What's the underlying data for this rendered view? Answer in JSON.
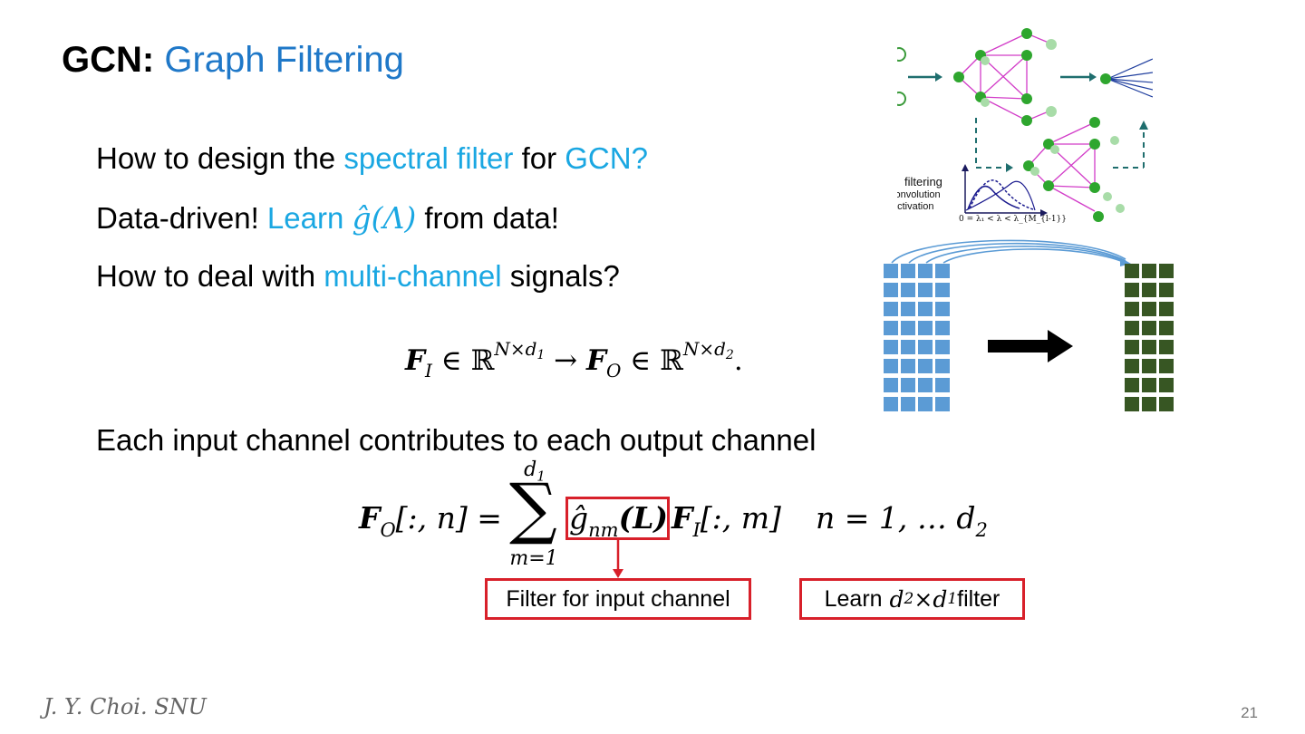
{
  "title": {
    "bold": "GCN:",
    "rest": "Graph Filtering"
  },
  "line1": {
    "pre": "How to design the ",
    "blue1": "spectral filter",
    "mid": " for ",
    "blue2": "GCN?"
  },
  "line2": {
    "pre": "Data-driven! ",
    "blue": "Learn ",
    "math": "ĝ(Λ)",
    "post": " from data!"
  },
  "line3": {
    "pre": "How to deal with ",
    "blue": "multi-channel",
    "post": " signals?"
  },
  "eq1": {
    "F": "F",
    "sub_I": "I",
    "in": " ∈ ℝ",
    "sup1": "N×d",
    "sup1_sub": "1",
    "arrow": " → ",
    "F2": "F",
    "sub_O": "O",
    "in2": " ∈ ℝ",
    "sup2": "N×d",
    "sup2_sub": "2",
    "end": "."
  },
  "line4": "Each input channel contributes to each output channel",
  "eq2": {
    "lhs_F": "F",
    "lhs_sub": "O",
    "lhs_idx": "[:, n] =",
    "sum": "∑",
    "sum_top": "d",
    "sum_top_sub": "1",
    "sum_bot": "m=1",
    "g": "ĝ",
    "g_sub": "nm",
    "g_arg": "(L)",
    "F": "F",
    "F_sub": "I",
    "F_idx": "[:, m]",
    "range": "n = 1, … d",
    "range_sub": "2"
  },
  "callouts": {
    "left": "Filter for input channel",
    "right_pre": "Learn ",
    "right_d2": "d",
    "right_d2_sub": "2",
    "right_x": " × ",
    "right_d1": "d",
    "right_d1_sub": "1",
    "right_post": " filter"
  },
  "figure": {
    "labels": [
      "filtering",
      "convolution",
      "activation"
    ],
    "axis_label": "0 = λ₁ < λ < λ_{M_{l-1}}"
  },
  "colors": {
    "title_blue": "#1f78c8",
    "accent_blue": "#1aa7e2",
    "red": "#d8202a",
    "input_grid": "#5b9bd5",
    "output_grid": "#375623"
  },
  "footer": "J. Y. Choi. SNU",
  "page_number": "21"
}
